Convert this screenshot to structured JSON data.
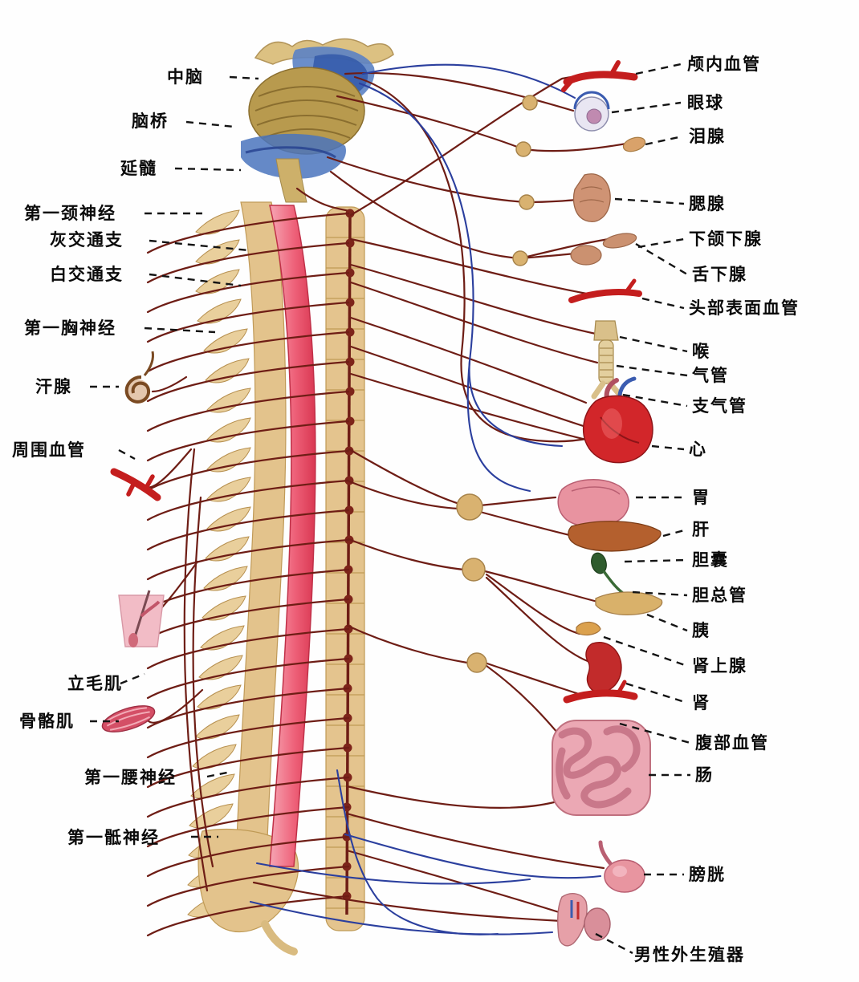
{
  "labels": {
    "left": [
      "中脑",
      "脑桥",
      "延髓",
      "第一颈神经",
      "灰交通支",
      "白交通支",
      "第一胸神经",
      "汗腺",
      "周围血管",
      "立毛肌",
      "骨骼肌",
      "第一腰神经",
      "第一骶神经"
    ],
    "right": [
      "颅内血管",
      "眼球",
      "泪腺",
      "腮腺",
      "下颌下腺",
      "舌下腺",
      "头部表面血管",
      "喉",
      "气管",
      "支气管",
      "心",
      "胃",
      "肝",
      "胆囊",
      "胆总管",
      "胰",
      "肾上腺",
      "肾",
      "腹部血管",
      "肠",
      "膀胱",
      "男性外生殖器"
    ]
  },
  "colors": {
    "background": "#ffffff",
    "label_text": "#0a0a0a",
    "sympathetic_nerve": "#6e1d15",
    "parasympathetic_nerve": "#2b3f9e",
    "spinal_cord": "#e85a70",
    "vertebra": "#e3c38c",
    "organ_red": "#d2262a",
    "vessel_red": "#c41e1e"
  }
}
